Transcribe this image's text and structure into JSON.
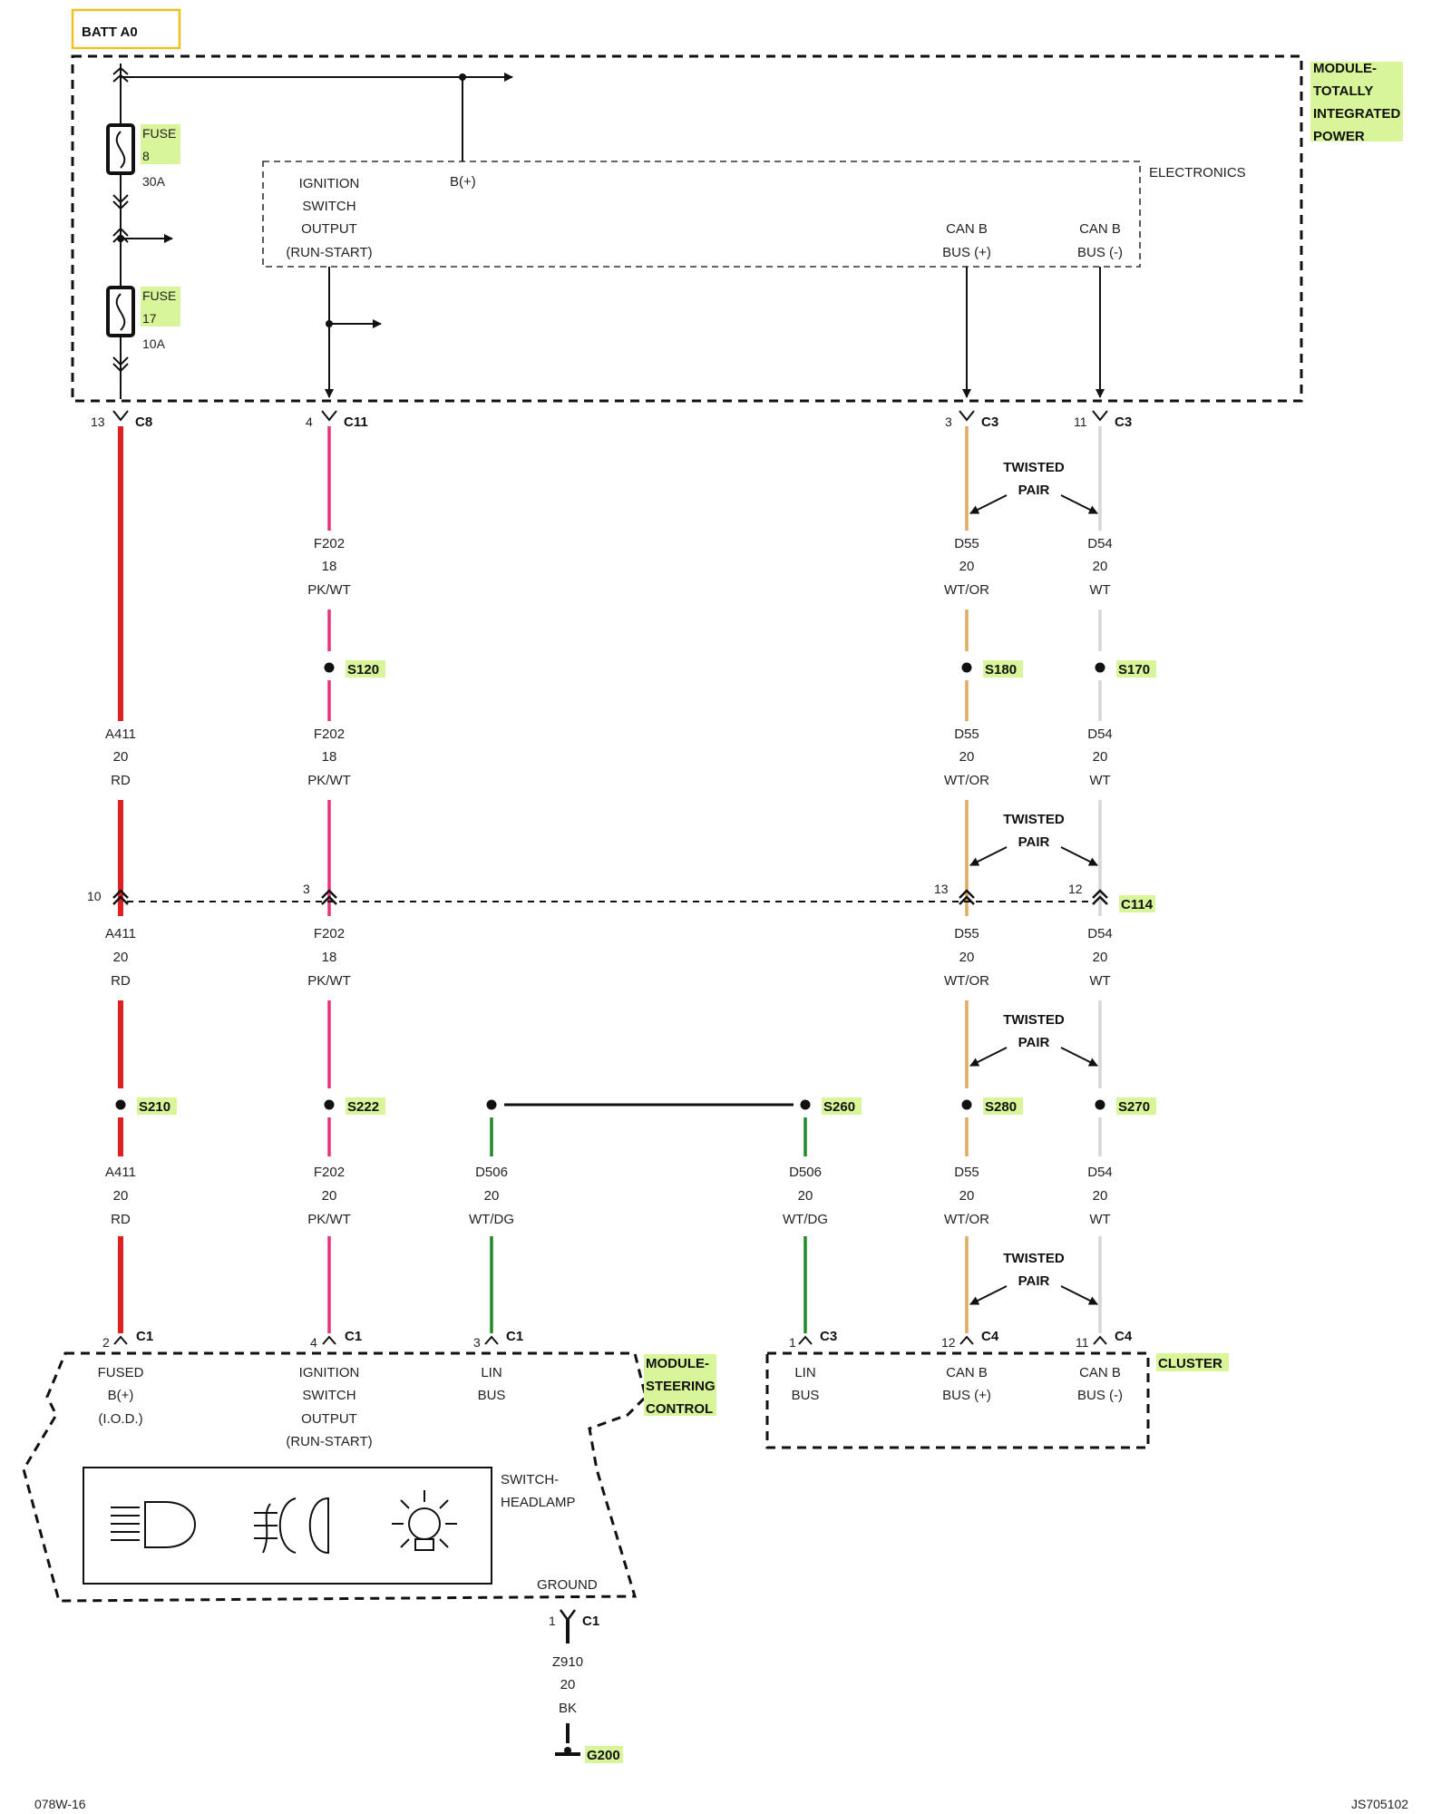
{
  "header": {
    "batt_label": "BATT A0"
  },
  "tipm": {
    "name_lines": [
      "MODULE-",
      "TOTALLY",
      "INTEGRATED",
      "POWER"
    ],
    "subtitle": "ELECTRONICS",
    "fuse8": {
      "label": "FUSE",
      "number": "8",
      "rating": "30A"
    },
    "fuse17": {
      "label": "FUSE",
      "number": "17",
      "rating": "10A"
    },
    "pins": {
      "bplus": "B(+)",
      "ign_lines": [
        "IGNITION",
        "SWITCH",
        "OUTPUT",
        "(RUN-START)"
      ],
      "canp_lines": [
        "CAN B",
        "BUS (+)"
      ],
      "canm_lines": [
        "CAN B",
        "BUS (-)"
      ]
    }
  },
  "connectors": {
    "c8": {
      "pin": "13",
      "name": "C8"
    },
    "c11": {
      "pin": "4",
      "name": "C11"
    },
    "c3a": {
      "pin": "3",
      "name": "C3"
    },
    "c3b": {
      "pin": "11",
      "name": "C3"
    },
    "c114": {
      "name": "C114",
      "pins": [
        "10",
        "3",
        "13",
        "12"
      ]
    },
    "scm_c1": [
      {
        "pin": "2",
        "name": "C1"
      },
      {
        "pin": "4",
        "name": "C1"
      },
      {
        "pin": "3",
        "name": "C1"
      }
    ],
    "cluster": [
      {
        "pin": "1",
        "name": "C3"
      },
      {
        "pin": "12",
        "name": "C4"
      },
      {
        "pin": "11",
        "name": "C4"
      }
    ],
    "ground_c1": {
      "pin": "1",
      "name": "C1"
    }
  },
  "twisted_pair": [
    "TWISTED",
    "PAIR"
  ],
  "wires": {
    "a411_top": [
      "A411",
      "20",
      "RD"
    ],
    "a411_mid": [
      "A411",
      "20",
      "RD"
    ],
    "a411_bot": [
      "A411",
      "20",
      "RD"
    ],
    "f202_1": [
      "F202",
      "18",
      "PK/WT"
    ],
    "f202_2": [
      "F202",
      "18",
      "PK/WT"
    ],
    "f202_3": [
      "F202",
      "18",
      "PK/WT"
    ],
    "f202_4": [
      "F202",
      "20",
      "PK/WT"
    ],
    "d55_1": [
      "D55",
      "20",
      "WT/OR"
    ],
    "d55_2": [
      "D55",
      "20",
      "WT/OR"
    ],
    "d55_3": [
      "D55",
      "20",
      "WT/OR"
    ],
    "d55_4": [
      "D55",
      "20",
      "WT/OR"
    ],
    "d54_1": [
      "D54",
      "20",
      "WT"
    ],
    "d54_2": [
      "D54",
      "20",
      "WT"
    ],
    "d54_3": [
      "D54",
      "20",
      "WT"
    ],
    "d54_4": [
      "D54",
      "20",
      "WT"
    ],
    "d506_a": [
      "D506",
      "20",
      "WT/DG"
    ],
    "d506_b": [
      "D506",
      "20",
      "WT/DG"
    ],
    "z910": [
      "Z910",
      "20",
      "BK"
    ]
  },
  "splices": {
    "s120": "S120",
    "s180": "S180",
    "s170": "S170",
    "s210": "S210",
    "s222": "S222",
    "s260": "S260",
    "s280": "S280",
    "s270": "S270"
  },
  "scm": {
    "name_lines": [
      "MODULE-",
      "STEERING",
      "CONTROL"
    ],
    "pin_fused": [
      "FUSED",
      "B(+)",
      "(I.O.D.)"
    ],
    "pin_ign": [
      "IGNITION",
      "SWITCH",
      "OUTPUT",
      "(RUN-START)"
    ],
    "pin_lin": [
      "LIN",
      "BUS"
    ],
    "switch_lines": [
      "SWITCH-",
      "HEADLAMP"
    ],
    "ground_label": "GROUND"
  },
  "cluster": {
    "name": "CLUSTER",
    "pin_lin": [
      "LIN",
      "BUS"
    ],
    "pin_canp": [
      "CAN B",
      "BUS (+)"
    ],
    "pin_canm": [
      "CAN B",
      "BUS (-)"
    ]
  },
  "ground": {
    "name": "G200"
  },
  "footer": {
    "left_code": "078W-16",
    "right_code": "JS705102"
  },
  "colors": {
    "red_wire": "#e02020",
    "pink_wire": "#e8337a",
    "orange_wire": "#e0a860",
    "white_wire": "#d6d6d6",
    "green_wire": "#1f8a2a",
    "highlight": "#d8f59a",
    "batt_box": "#f0c020"
  }
}
